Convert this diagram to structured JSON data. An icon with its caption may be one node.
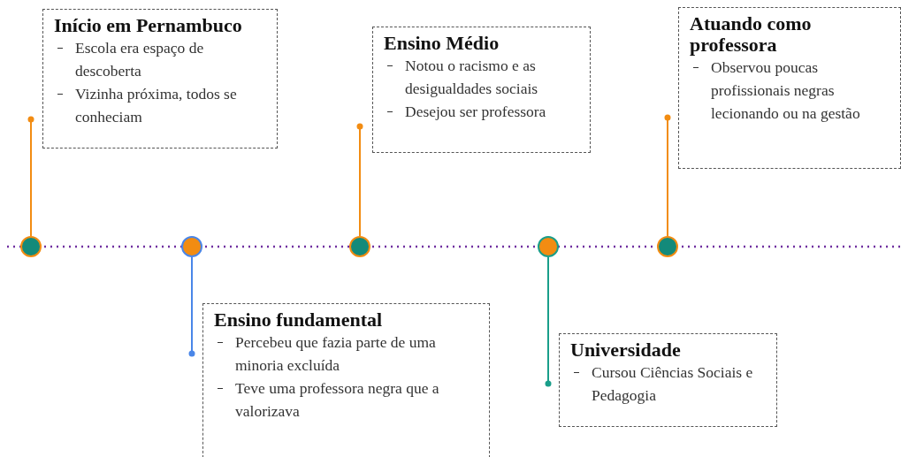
{
  "diagram": {
    "nodes": [
      {
        "text": [
          "Início em Pernambuco",
          "Escola era espaço de descoberta",
          "Vizinha próxima, todos se conheciam"
        ]
      },
      {
        "text": [
          "Ensino Médio",
          "Notou o racismo e as desigualdades sociais",
          "Desejou ser professora"
        ]
      },
      {
        "text": [
          "Atuando como professora",
          "Observou poucas profissionais negras lecionando ou na gestão"
        ]
      },
      {
        "text": [],
        "shape": "circle"
      },
      {
        "text": [],
        "shape": "circle"
      },
      {
        "text": [],
        "shape": "circle"
      },
      {
        "text": [],
        "shape": "circle"
      },
      {
        "text": [],
        "shape": "circle"
      },
      {
        "text": [
          "Ensino fundamental",
          "Percebeu que fazia parte de uma minoria excluída",
          "Teve uma professora negra que a valorizava"
        ]
      },
      {
        "text": [
          "Universidade",
          "Cursou Ciências Sociais e Pedagogia"
        ]
      }
    ],
    "edges": [
      {
        "from": 3,
        "to": 0,
        "arrow": "other"
      },
      {
        "from": 4,
        "to": 8,
        "arrow": "other",
        "color": "#4a86e8"
      },
      {
        "from": 5,
        "to": 1,
        "arrow": "other"
      },
      {
        "from": 6,
        "to": 9,
        "arrow": "other",
        "color": "#1a9e8a"
      },
      {
        "from": 7,
        "to": 2,
        "arrow": "other"
      }
    ]
  }
}
